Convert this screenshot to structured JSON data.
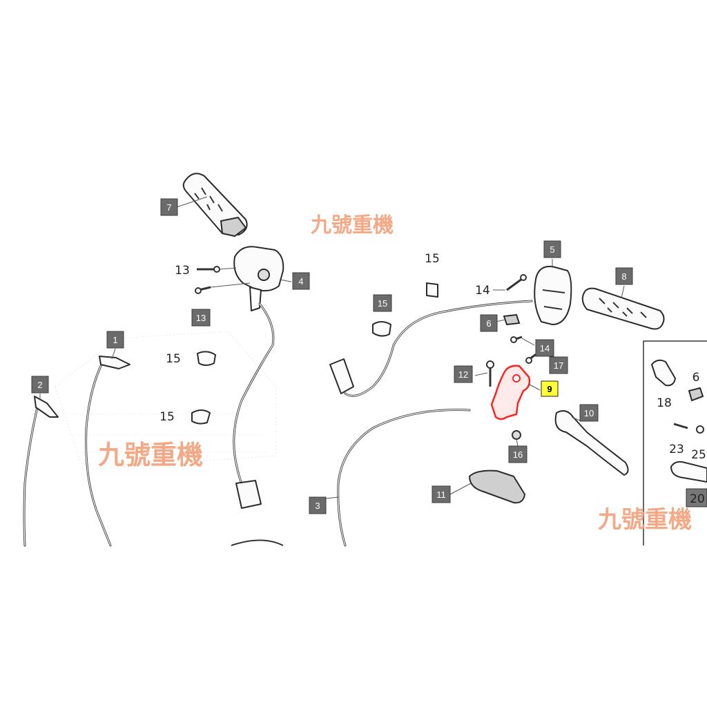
{
  "watermarks": [
    "九號重機",
    "九號重機",
    "九號重機"
  ],
  "tags": [
    {
      "id": "7",
      "text": "7"
    },
    {
      "id": "4",
      "text": "4"
    },
    {
      "id": "13a",
      "text": "13"
    },
    {
      "id": "1",
      "text": "1"
    },
    {
      "id": "2",
      "text": "2"
    },
    {
      "id": "15a",
      "text": "15"
    },
    {
      "id": "5",
      "text": "5"
    },
    {
      "id": "8",
      "text": "8"
    },
    {
      "id": "6",
      "text": "6"
    },
    {
      "id": "14",
      "text": "14"
    },
    {
      "id": "17",
      "text": "17"
    },
    {
      "id": "12",
      "text": "12"
    },
    {
      "id": "9",
      "text": "9",
      "highlight": true
    },
    {
      "id": "10",
      "text": "10"
    },
    {
      "id": "16",
      "text": "16"
    },
    {
      "id": "11",
      "text": "11"
    },
    {
      "id": "3",
      "text": "3"
    }
  ],
  "labels": [
    {
      "id": "l13",
      "text": "13"
    },
    {
      "id": "l15a",
      "text": "15"
    },
    {
      "id": "l15b",
      "text": "15"
    },
    {
      "id": "l15c",
      "text": "15"
    },
    {
      "id": "l14",
      "text": "14"
    },
    {
      "id": "l18",
      "text": "18"
    },
    {
      "id": "l6",
      "text": "6"
    },
    {
      "id": "l23",
      "text": "23"
    },
    {
      "id": "l25",
      "text": "25"
    },
    {
      "id": "l20",
      "text": "20"
    }
  ],
  "colors": {
    "highlight_part": "#ff2020",
    "tag_fill": "#6b6b6b",
    "tag_highlight": "#ffff33",
    "watermark": "#f3a07a"
  }
}
